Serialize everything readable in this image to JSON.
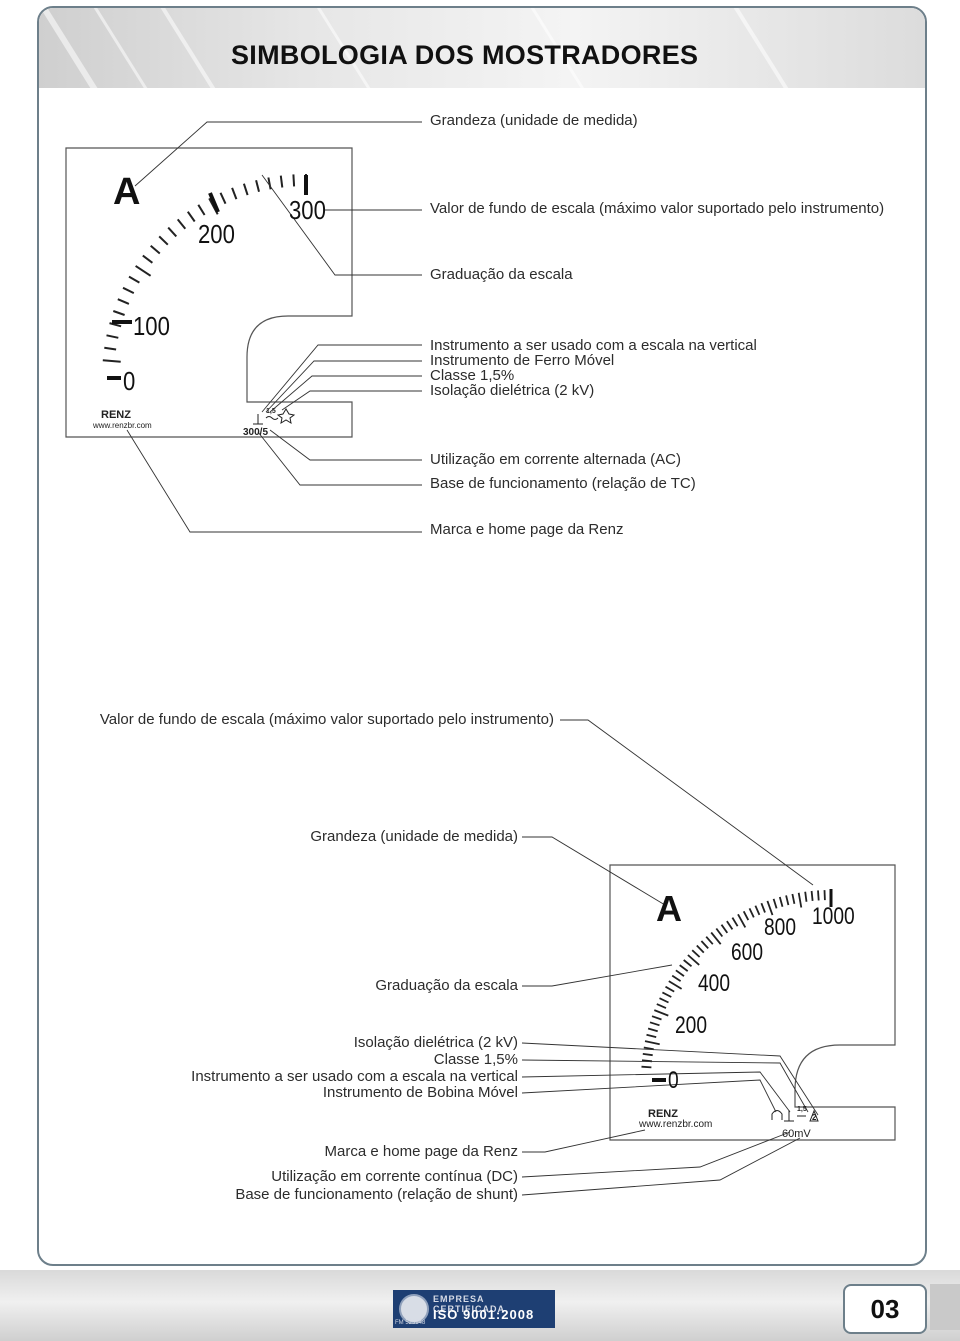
{
  "page": {
    "title": "SIMBOLOGIA DOS MOSTRADORES",
    "page_number": "03"
  },
  "meter1": {
    "unit": "A",
    "scale_labels": [
      "300",
      "200",
      "100",
      "0"
    ],
    "brand": "RENZ",
    "website": "www.renzbr.com",
    "ratio": "300/5",
    "class_value": "1,5"
  },
  "meter1_annotations": [
    "Grandeza (unidade de medida)",
    "Valor de fundo de escala (máximo valor suportado pelo instrumento)",
    "Graduação da escala",
    "Instrumento a ser usado com a escala na vertical",
    "Instrumento de Ferro Móvel",
    "Classe 1,5%",
    "Isolação dielétrica (2 kV)",
    "Utilização em corrente alternada (AC)",
    "Base de funcionamento (relação de TC)",
    "Marca e home page da Renz"
  ],
  "meter2": {
    "unit": "A",
    "scale_labels": [
      "1000",
      "800",
      "600",
      "400",
      "200",
      "0"
    ],
    "brand": "RENZ",
    "website": "www.renzbr.com",
    "ratio": "60mV",
    "class_value": "1,5",
    "insulation_value": "2"
  },
  "meter2_annotations": [
    "Valor de fundo de escala (máximo valor suportado pelo instrumento)",
    "Grandeza (unidade de medida)",
    "Graduação da escala",
    "Isolação dielétrica (2 kV)",
    "Classe 1,5%",
    "Instrumento a ser usado com a escala na vertical",
    "Instrumento de Bobina Móvel",
    "Marca e home page da Renz",
    "Utilização em corrente contínua (DC)",
    "Base de funcionamento (relação de shunt)"
  ],
  "footer": {
    "cert_line1": "EMPRESA CERTIFICADA",
    "cert_line2": "ISO 9001:2008",
    "cert_code": "FM 523948"
  }
}
